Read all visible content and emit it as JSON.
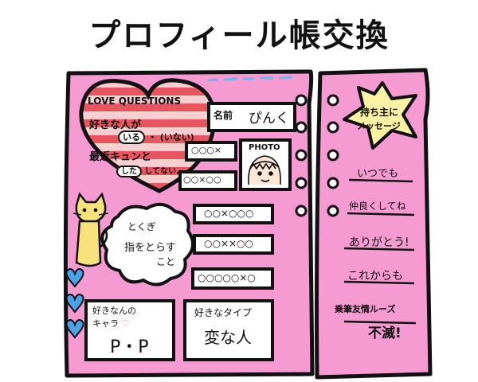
{
  "title": "プロフィール帳交換",
  "left_sheet": {
    "love_questions": {
      "heading": "LOVE QUESTIONS",
      "q1_prefix": "好きな人が",
      "q1_option_yes": "いる",
      "q1_dot": "・",
      "q1_option_no": "(いない)",
      "q2_prefix": "最近キュンと",
      "q2_option_yes": "した",
      "q2_option_rest": "してない…"
    },
    "name_label": "名前",
    "name_value": "ぴんく",
    "photo_label": "PHOTO",
    "field_1": "○○○×",
    "field_2": "○○×○○",
    "field_3": "○○×○○○",
    "field_4": "○○××○○",
    "field_5": "○○○○○×○",
    "tokugi_label": "とくぎ",
    "tokugi_value_1": "指をとらす",
    "tokugi_value_2": "こと",
    "fav_character_label_1": "好きなんの",
    "fav_character_label_2": "キャラ",
    "fav_character_value": "P・P",
    "fav_type_label": "好きなタイプ",
    "fav_type_value": "変な人"
  },
  "right_sheet": {
    "star_text_1": "持ち主に",
    "star_text_2": "メッセージ",
    "messages": [
      "いつでも",
      "仲良くしてね",
      "ありがとう!",
      "これからも",
      "乗筆友情ルーズ"
    ],
    "last_message_extra": "不滅!"
  },
  "colors": {
    "pink": "#f59bd2",
    "heart_red": "#e7565f",
    "heart_stripe": "#f6d0d0",
    "star_yellow": "#fbf2a3",
    "cat_yellow": "#f8e27c",
    "blue_heart": "#4aa3e6",
    "dash_blue": "#6fb5e8"
  }
}
